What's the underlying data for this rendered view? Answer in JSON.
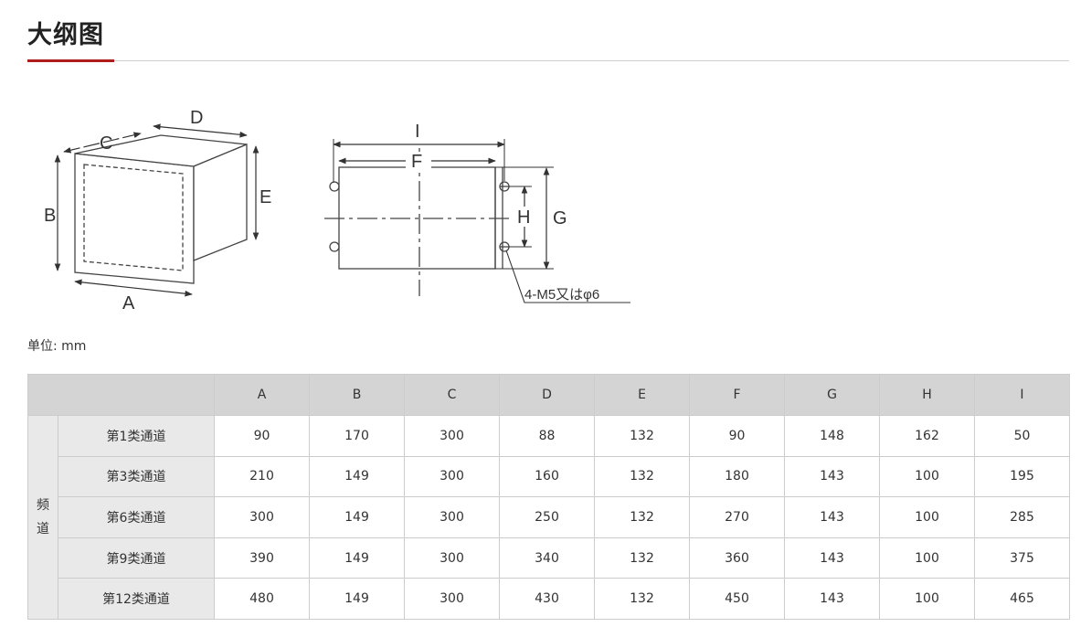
{
  "title": "大纲图",
  "unit_note": "单位: mm",
  "diagram": {
    "left_labels": {
      "a": "A",
      "b": "B",
      "c": "C",
      "d": "D",
      "e": "E"
    },
    "right_labels": {
      "i": "I",
      "f": "F",
      "g": "G",
      "h": "H"
    },
    "callout": "4-M5又はφ6"
  },
  "table": {
    "headers": [
      "A",
      "B",
      "C",
      "D",
      "E",
      "F",
      "G",
      "H",
      "I"
    ],
    "group_label_1": "频",
    "group_label_2": "道",
    "rows": [
      {
        "label": "第1类通道",
        "values": [
          "90",
          "170",
          "300",
          "88",
          "132",
          "90",
          "148",
          "162",
          "50"
        ]
      },
      {
        "label": "第3类通道",
        "values": [
          "210",
          "149",
          "300",
          "160",
          "132",
          "180",
          "143",
          "100",
          "195"
        ]
      },
      {
        "label": "第6类通道",
        "values": [
          "300",
          "149",
          "300",
          "250",
          "132",
          "270",
          "143",
          "100",
          "285"
        ]
      },
      {
        "label": "第9类通道",
        "values": [
          "390",
          "149",
          "300",
          "340",
          "132",
          "360",
          "143",
          "100",
          "375"
        ]
      },
      {
        "label": "第12类通道",
        "values": [
          "480",
          "149",
          "300",
          "430",
          "132",
          "450",
          "143",
          "100",
          "465"
        ]
      }
    ]
  }
}
